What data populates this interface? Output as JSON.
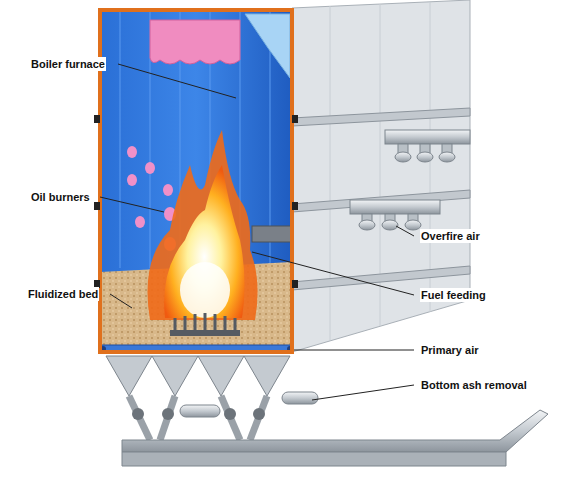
{
  "diagram": {
    "labels": [
      "Boiler furnace",
      "Oil burners",
      "Fluidized bed",
      "Overfire air",
      "Fuel feeding",
      "Primary air",
      "Bottom ash removal"
    ]
  }
}
